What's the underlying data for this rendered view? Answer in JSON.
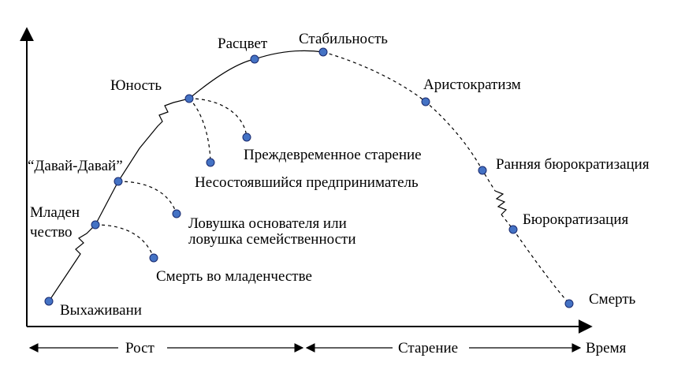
{
  "labels": {
    "vyhazhivanie": "Выхаживани",
    "mladen": "Младен",
    "chestvo": "чество",
    "davai": "“Давай-Давай”",
    "yunost": "Юность",
    "rascvet": "Расцвет",
    "stabilnost": "Стабильность",
    "aristokratizm": "Аристократизм",
    "rannyaya_byurokratizaciya": "Ранняя бюрократизация",
    "byurokratizaciya": "Бюрократизация",
    "smert": "Смерть",
    "smert_v_mladenchestve": "Смерть во младенчестве",
    "lovushka_1": "Ловушка основателя или",
    "lovushka_2": "ловушка семейственности",
    "nesostoyavshiysya": "Несостоявшийся предприниматель",
    "prezhdevremennoe": "Преждевременное старение"
  },
  "axis": {
    "rost": "Рост",
    "starenie": "Старение",
    "vremya": "Время"
  },
  "colors": {
    "dot_fill": "#4472c4",
    "line": "#000000"
  }
}
